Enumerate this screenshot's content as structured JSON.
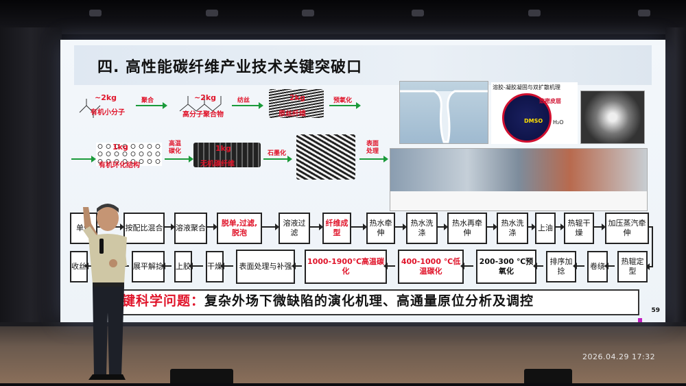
{
  "slide": {
    "title": "四. 高性能碳纤维产业技术关键突破口",
    "page_number": "59",
    "flow_top": {
      "step1_weight": "~2kg",
      "step1_label": "有机小分子",
      "arrow1": "聚合",
      "step2_weight": "~2kg",
      "step2_label": "高分子聚合物",
      "arrow2": "纺丝",
      "step3_weight": "2kg",
      "step3_label": "原丝纤维",
      "arrow3": "预氧化",
      "step4_weight": "1kg",
      "step4_label": "有机环化结构",
      "arrow4": "高温碳化",
      "step5_weight": "1kg",
      "step5_label": "无机碳纤维",
      "arrow5": "石墨化",
      "arrow6": "表面处理"
    },
    "diagram_caption": "溶胶-凝胶凝固与双扩散机理",
    "diagram_sub": "致密皮层",
    "diagram_chem1": "DMSO",
    "diagram_chem2": "H₂O",
    "process_row1": [
      "单体",
      "按配比混合",
      "溶液聚合",
      "脱单,过滤,脱泡",
      "溶液过滤",
      "纤维成型",
      "热水牵伸",
      "热水洗涤",
      "热水再牵伸",
      "热水洗涤",
      "上油",
      "热辊干燥",
      "加压蒸汽牵伸"
    ],
    "process_row2": [
      "收丝",
      "展平解捻",
      "上胶",
      "干燥",
      "表面处理与补强",
      "1000-1900℃高温碳化",
      "400-1000 ℃低温碳化",
      "200-300 ℃预氧化",
      "排序加捻",
      "卷绕",
      "热辊定型"
    ],
    "key_question_prefix": "关键科学问题：",
    "key_question": "复杂外场下微缺陷的演化机理、高通量原位分析及调控"
  },
  "photo": {
    "timestamp": "2026.04.29 17:32"
  }
}
